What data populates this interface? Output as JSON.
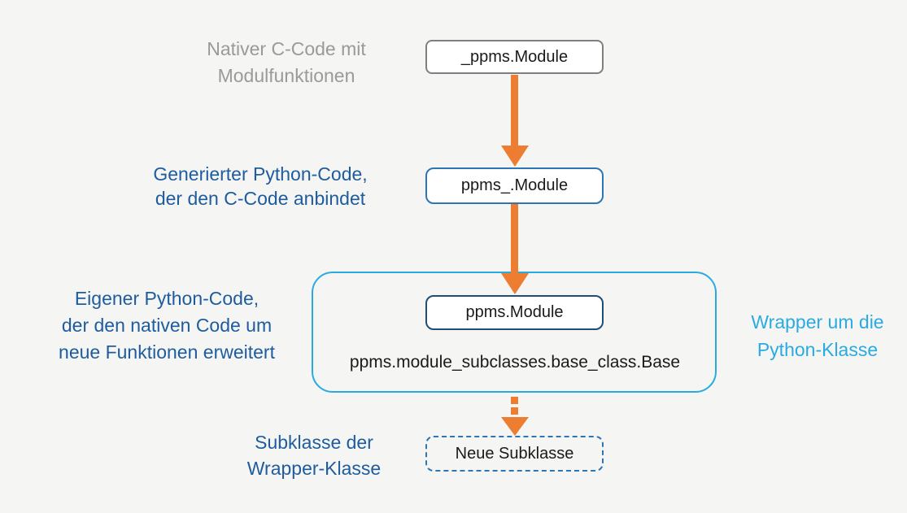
{
  "colors": {
    "background": "#F5F5F3",
    "orange_arrow": "#ED7D31",
    "gray_text": "#9A9A9A",
    "gray_border": "#7F7F7F",
    "blue_border": "#2E75B6",
    "dark_blue_border": "#1F4E79",
    "cyan_border": "#29ABE2",
    "dark_blue_text": "#1E5C9E",
    "cyan_text": "#29ABE2",
    "node_text": "#1A1A1A"
  },
  "nodes": {
    "native_module": {
      "label": "_ppms.Module"
    },
    "generated_module": {
      "label": "ppms_.Module"
    },
    "wrapper_module": {
      "label": "ppms.Module"
    },
    "base_class": {
      "label": "ppms.module_subclasses.base_class.Base"
    },
    "new_subclass": {
      "label": "Neue Subklasse"
    }
  },
  "annotations": {
    "native": {
      "lines": [
        "Nativer C-Code mit",
        "Modulfunktionen"
      ]
    },
    "generated": {
      "lines": [
        "Generierter Python-Code,",
        "der den C-Code anbindet"
      ]
    },
    "own": {
      "lines": [
        "Eigener Python-Code,",
        "der den nativen Code um",
        "neue Funktionen erweitert"
      ]
    },
    "wrapper": {
      "lines": [
        "Wrapper um die",
        "Python-Klasse"
      ]
    },
    "subclass": {
      "lines": [
        "Subklasse der",
        "Wrapper-Klasse"
      ]
    }
  }
}
